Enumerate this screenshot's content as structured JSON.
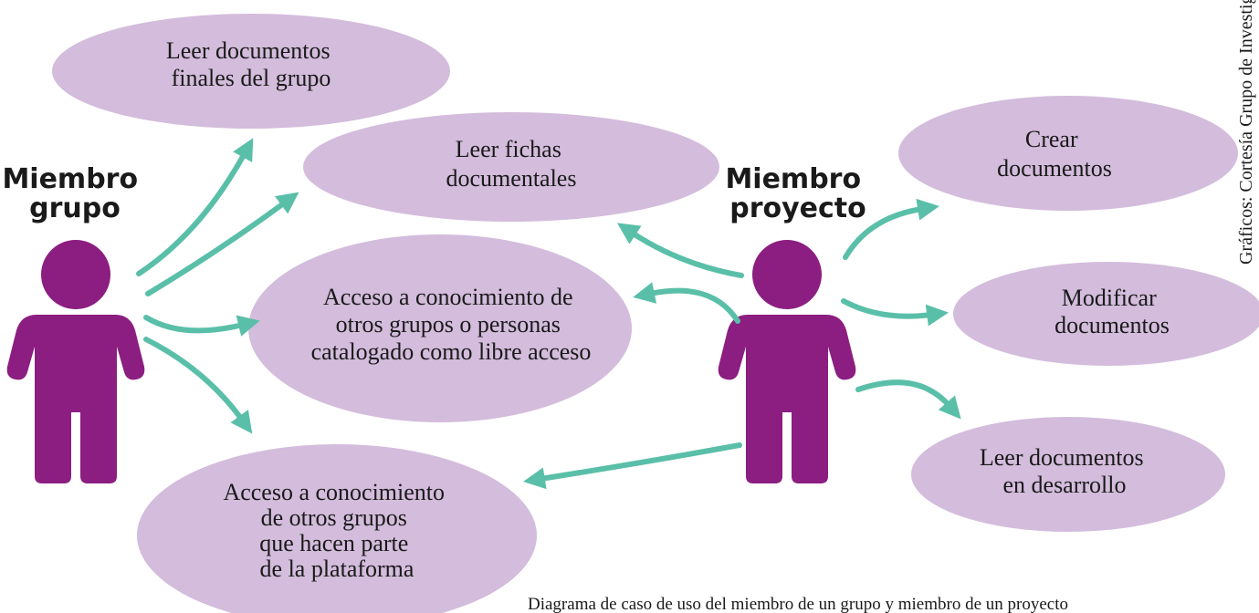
{
  "actors": {
    "grupo": {
      "lines": [
        "Miembro",
        "grupo"
      ]
    },
    "proyecto": {
      "lines": [
        "Miembro",
        "proyecto"
      ]
    }
  },
  "use_cases": {
    "leer_finales": {
      "lines": [
        "Leer documentos",
        "finales del grupo"
      ]
    },
    "leer_fichas": {
      "lines": [
        "Leer fichas",
        "documentales"
      ]
    },
    "acceso_libre": {
      "lines": [
        "Acceso a conocimiento de",
        "otros grupos o personas",
        "catalogado como libre acceso"
      ]
    },
    "acceso_plataforma": {
      "lines": [
        "Acceso a conocimiento",
        "de otros grupos",
        "que hacen parte",
        "de la plataforma"
      ]
    },
    "crear": {
      "lines": [
        "Crear",
        "documentos"
      ]
    },
    "modificar": {
      "lines": [
        "Modificar",
        "documentos"
      ]
    },
    "leer_desarrollo": {
      "lines": [
        "Leer documentos",
        "en desarrollo"
      ]
    }
  },
  "caption": "Diagrama de caso de uso del miembro de un grupo y miembro de un proyecto",
  "credit": "Gráficos: Cortesía Grupo de Investigación",
  "colors": {
    "ellipse": "#d3bcdc",
    "person": "#8b1e80",
    "arrow": "#5abfa8"
  }
}
